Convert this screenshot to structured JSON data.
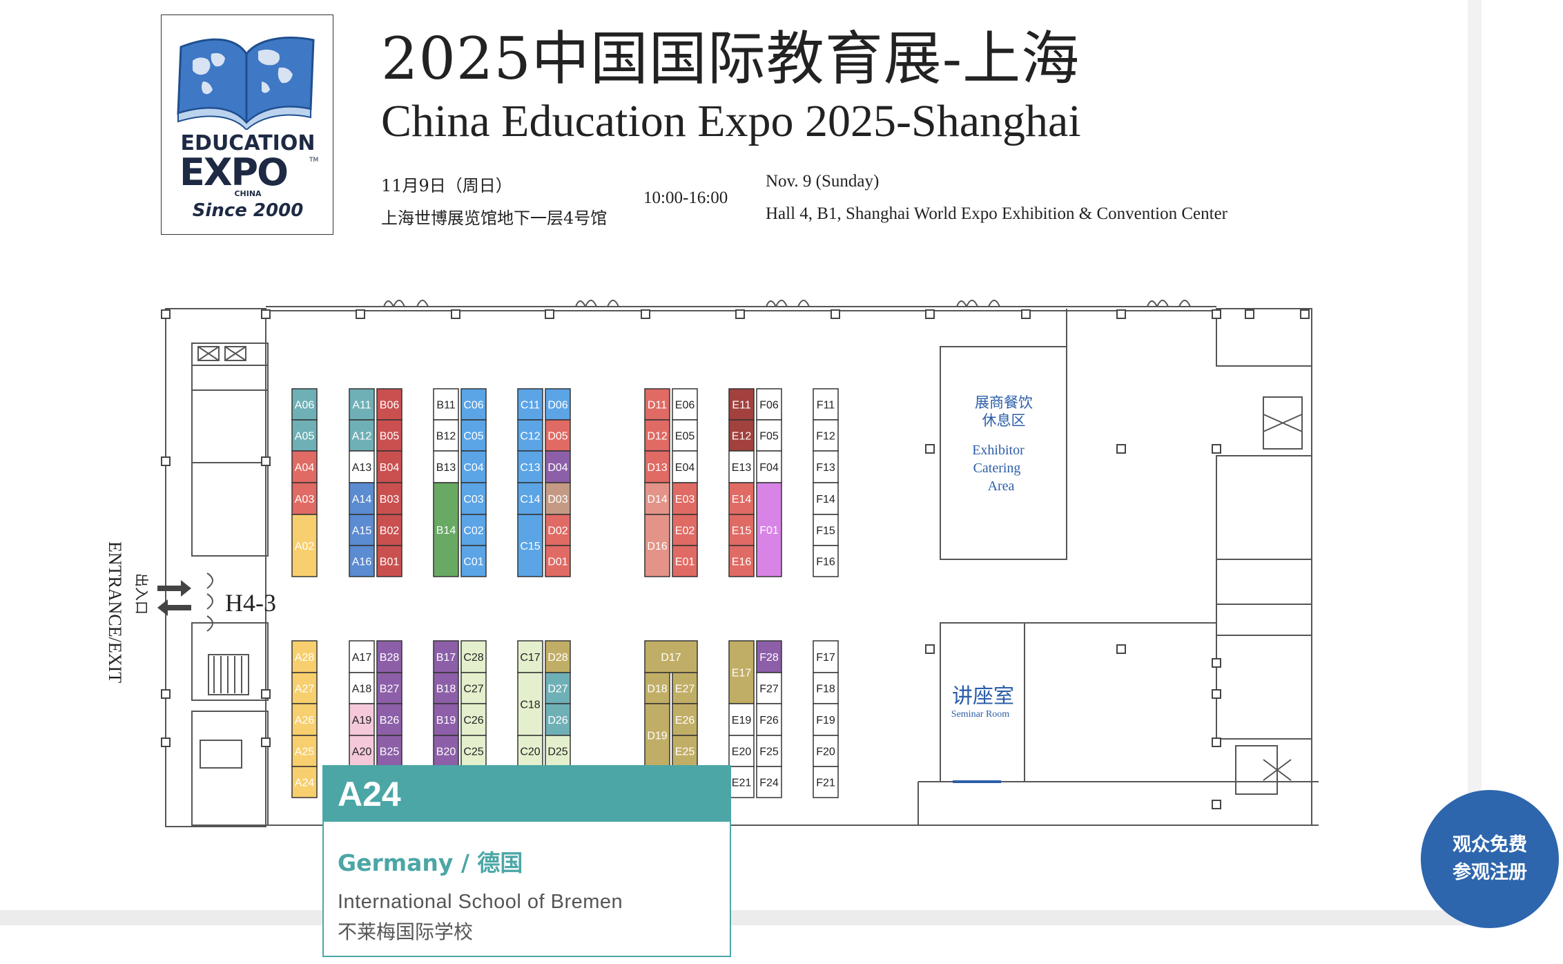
{
  "logo": {
    "word1": "EDUCATION",
    "word2": "EXPO",
    "tm": "TM",
    "word3": "CHINA",
    "since": "Since 2000"
  },
  "header": {
    "title_cn": "2025中国国际教育展-上海",
    "title_en": "China Education Expo 2025-Shanghai",
    "date_cn": "11月9日（周日）",
    "venue_cn": "上海世博展览馆地下一层4号馆",
    "time": "10:00-16:00",
    "date_en": "Nov. 9 (Sunday)",
    "venue_en": "Hall 4, B1, Shanghai World Expo Exhibition & Convention Center"
  },
  "floorplan": {
    "entrance_cn": "出入口",
    "entrance_en": "ENTRANCE/EXIT",
    "gate": "H4-3",
    "catering_cn1": "展商餐饮",
    "catering_cn2": "休息区",
    "catering_en1": "Exhibitor",
    "catering_en2": "Catering",
    "catering_en3": "Area",
    "seminar_cn": "讲座室",
    "seminar_en": "Seminar Room",
    "colors": {
      "teal": "#6fb0b6",
      "red": "#e06a64",
      "brick": "#c9504f",
      "yellow": "#f7cf6e",
      "blue": "#5ba4e6",
      "steel": "#5b8bd0",
      "green": "#68aa63",
      "purple": "#8c5fa8",
      "violet": "#d884e6",
      "salmon": "#e39387",
      "tan": "#c49a84",
      "olive": "#c1ae66",
      "lightgreen": "#e4f0cd",
      "pink": "#f5c9da",
      "maroon": "#a2413d",
      "white": "#ffffff"
    },
    "booths": [
      {
        "id": "A06",
        "c": "teal"
      },
      {
        "id": "A05",
        "c": "teal"
      },
      {
        "id": "A04",
        "c": "red"
      },
      {
        "id": "A03",
        "c": "red"
      },
      {
        "id": "A02",
        "c": "yellow"
      },
      {
        "id": "A11",
        "c": "teal"
      },
      {
        "id": "A12",
        "c": "teal"
      },
      {
        "id": "A13",
        "c": "white"
      },
      {
        "id": "A14",
        "c": "steel"
      },
      {
        "id": "A15",
        "c": "steel"
      },
      {
        "id": "A16",
        "c": "steel"
      },
      {
        "id": "B06",
        "c": "brick"
      },
      {
        "id": "B05",
        "c": "brick"
      },
      {
        "id": "B04",
        "c": "brick"
      },
      {
        "id": "B03",
        "c": "brick"
      },
      {
        "id": "B02",
        "c": "brick"
      },
      {
        "id": "B01",
        "c": "brick"
      },
      {
        "id": "B11",
        "c": "white"
      },
      {
        "id": "B12",
        "c": "white"
      },
      {
        "id": "B13",
        "c": "white"
      },
      {
        "id": "B14",
        "c": "green"
      },
      {
        "id": "C06",
        "c": "blue"
      },
      {
        "id": "C05",
        "c": "blue"
      },
      {
        "id": "C04",
        "c": "blue"
      },
      {
        "id": "C03",
        "c": "blue"
      },
      {
        "id": "C02",
        "c": "blue"
      },
      {
        "id": "C01",
        "c": "blue"
      },
      {
        "id": "C11",
        "c": "blue"
      },
      {
        "id": "C12",
        "c": "blue"
      },
      {
        "id": "C13",
        "c": "blue"
      },
      {
        "id": "C14",
        "c": "blue"
      },
      {
        "id": "C15",
        "c": "blue"
      },
      {
        "id": "D06",
        "c": "blue"
      },
      {
        "id": "D05",
        "c": "red"
      },
      {
        "id": "D04",
        "c": "purple"
      },
      {
        "id": "D03",
        "c": "tan"
      },
      {
        "id": "D02",
        "c": "red"
      },
      {
        "id": "D01",
        "c": "red"
      },
      {
        "id": "D11",
        "c": "red"
      },
      {
        "id": "D12",
        "c": "red"
      },
      {
        "id": "D13",
        "c": "red"
      },
      {
        "id": "D14",
        "c": "salmon"
      },
      {
        "id": "D16",
        "c": "salmon"
      },
      {
        "id": "E06",
        "c": "white"
      },
      {
        "id": "E05",
        "c": "white"
      },
      {
        "id": "E04",
        "c": "white"
      },
      {
        "id": "E03",
        "c": "red"
      },
      {
        "id": "E02",
        "c": "red"
      },
      {
        "id": "E01",
        "c": "red"
      },
      {
        "id": "E11",
        "c": "maroon"
      },
      {
        "id": "E12",
        "c": "maroon"
      },
      {
        "id": "E13",
        "c": "white"
      },
      {
        "id": "E14",
        "c": "red"
      },
      {
        "id": "E15",
        "c": "red"
      },
      {
        "id": "E16",
        "c": "red"
      },
      {
        "id": "F06",
        "c": "white"
      },
      {
        "id": "F05",
        "c": "white"
      },
      {
        "id": "F04",
        "c": "white"
      },
      {
        "id": "F01",
        "c": "violet"
      },
      {
        "id": "F11",
        "c": "white"
      },
      {
        "id": "F12",
        "c": "white"
      },
      {
        "id": "F13",
        "c": "white"
      },
      {
        "id": "F14",
        "c": "white"
      },
      {
        "id": "F15",
        "c": "white"
      },
      {
        "id": "F16",
        "c": "white"
      },
      {
        "id": "A28",
        "c": "yellow"
      },
      {
        "id": "A27",
        "c": "yellow"
      },
      {
        "id": "A26",
        "c": "yellow"
      },
      {
        "id": "A25",
        "c": "yellow"
      },
      {
        "id": "A24",
        "c": "yellow"
      },
      {
        "id": "A17",
        "c": "white"
      },
      {
        "id": "A18",
        "c": "white"
      },
      {
        "id": "A19",
        "c": "pink"
      },
      {
        "id": "A20",
        "c": "pink"
      },
      {
        "id": "B28",
        "c": "purple"
      },
      {
        "id": "B27",
        "c": "purple"
      },
      {
        "id": "B26",
        "c": "purple"
      },
      {
        "id": "B25",
        "c": "purple"
      },
      {
        "id": "B17",
        "c": "purple"
      },
      {
        "id": "B18",
        "c": "purple"
      },
      {
        "id": "B19",
        "c": "purple"
      },
      {
        "id": "B20",
        "c": "purple"
      },
      {
        "id": "C28",
        "c": "lightgreen"
      },
      {
        "id": "C27",
        "c": "lightgreen"
      },
      {
        "id": "C26",
        "c": "lightgreen"
      },
      {
        "id": "C25",
        "c": "lightgreen"
      },
      {
        "id": "C17",
        "c": "lightgreen"
      },
      {
        "id": "C18",
        "c": "lightgreen"
      },
      {
        "id": "C20",
        "c": "lightgreen"
      },
      {
        "id": "D28",
        "c": "olive"
      },
      {
        "id": "D27",
        "c": "teal"
      },
      {
        "id": "D26",
        "c": "teal"
      },
      {
        "id": "D25",
        "c": "lightgreen"
      },
      {
        "id": "D17",
        "c": "olive"
      },
      {
        "id": "D18",
        "c": "olive"
      },
      {
        "id": "D19",
        "c": "olive"
      },
      {
        "id": "E27",
        "c": "olive"
      },
      {
        "id": "E26",
        "c": "olive"
      },
      {
        "id": "E25",
        "c": "olive"
      },
      {
        "id": "E17",
        "c": "olive"
      },
      {
        "id": "E19",
        "c": "white"
      },
      {
        "id": "E20",
        "c": "white"
      },
      {
        "id": "E21",
        "c": "white"
      },
      {
        "id": "F28",
        "c": "purple"
      },
      {
        "id": "F27",
        "c": "white"
      },
      {
        "id": "F26",
        "c": "white"
      },
      {
        "id": "F25",
        "c": "white"
      },
      {
        "id": "F24",
        "c": "white"
      },
      {
        "id": "F17",
        "c": "white"
      },
      {
        "id": "F18",
        "c": "white"
      },
      {
        "id": "F19",
        "c": "white"
      },
      {
        "id": "F20",
        "c": "white"
      },
      {
        "id": "F21",
        "c": "white"
      }
    ]
  },
  "popup": {
    "booth": "A24",
    "country": "Germany / 德国",
    "name_en": "International School of Bremen",
    "name_cn": "不莱梅国际学校"
  },
  "register": {
    "line1": "观众免费",
    "line2": "参观注册"
  }
}
